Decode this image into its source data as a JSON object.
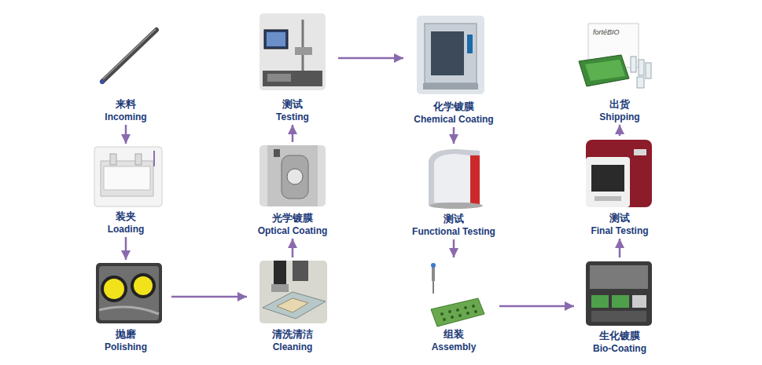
{
  "diagram": {
    "nodes": [
      {
        "text": [
          "来料",
          "Incoming"
        ]
      },
      {
        "text": [
          "装夹",
          "Loading"
        ]
      },
      {
        "text": [
          "抛磨",
          "Polishing"
        ]
      },
      {
        "text": [
          "清洗清洁",
          "Cleaning"
        ]
      },
      {
        "text": [
          "光学镀膜",
          "Optical Coating"
        ]
      },
      {
        "text": [
          "测试",
          "Testing"
        ]
      },
      {
        "text": [
          "化学镀膜",
          "Chemical Coating"
        ]
      },
      {
        "text": [
          "测试",
          "Functional Testing"
        ]
      },
      {
        "text": [
          "组装",
          "Assembly"
        ]
      },
      {
        "text": [
          "生化镀膜",
          "Bio-Coating"
        ]
      },
      {
        "text": [
          "测试",
          "Final Testing"
        ]
      },
      {
        "text": [
          "出货",
          "Shipping"
        ]
      }
    ],
    "edges": [
      {
        "from": 0,
        "to": 1,
        "arrow": "to"
      },
      {
        "from": 1,
        "to": 2,
        "arrow": "to"
      },
      {
        "from": 2,
        "to": 3,
        "arrow": "to"
      },
      {
        "from": 3,
        "to": 4,
        "arrow": "to"
      },
      {
        "from": 4,
        "to": 5,
        "arrow": "to"
      },
      {
        "from": 5,
        "to": 6,
        "arrow": "to"
      },
      {
        "from": 6,
        "to": 7,
        "arrow": "to"
      },
      {
        "from": 7,
        "to": 8,
        "arrow": "to"
      },
      {
        "from": 8,
        "to": 9,
        "arrow": "to"
      },
      {
        "from": 9,
        "to": 10,
        "arrow": "to"
      },
      {
        "from": 10,
        "to": 11,
        "arrow": "to"
      }
    ],
    "labels": [
      "fortéBIO"
    ]
  }
}
